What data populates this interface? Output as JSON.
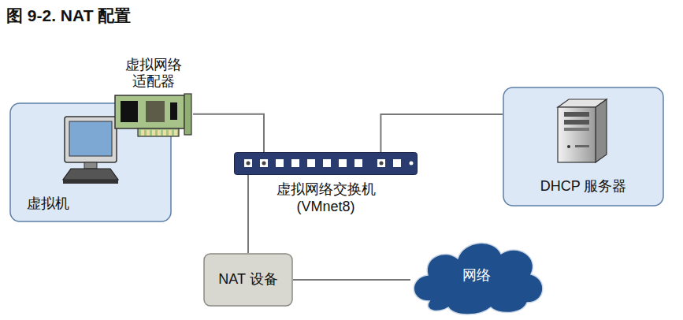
{
  "diagram": {
    "title": "图 9-2. NAT 配置",
    "nodes": [
      {
        "text": [
          "虚拟网络 适配器"
        ]
      },
      {
        "text": [
          "虚拟机"
        ]
      },
      {
        "text": [
          "虚拟网络交换机",
          "(VMnet8)"
        ]
      },
      {
        "text": [
          "DHCP 服务器"
        ]
      },
      {
        "text": [
          "NAT 设备"
        ]
      },
      {
        "text": [
          "网络"
        ]
      }
    ],
    "edges": [
      {
        "from": 0,
        "to": 2,
        "arrow": "none"
      },
      {
        "from": 3,
        "to": 2,
        "arrow": "none"
      },
      {
        "from": 4,
        "to": 2,
        "arrow": "none"
      },
      {
        "from": 4,
        "to": 5,
        "arrow": "none"
      }
    ]
  }
}
